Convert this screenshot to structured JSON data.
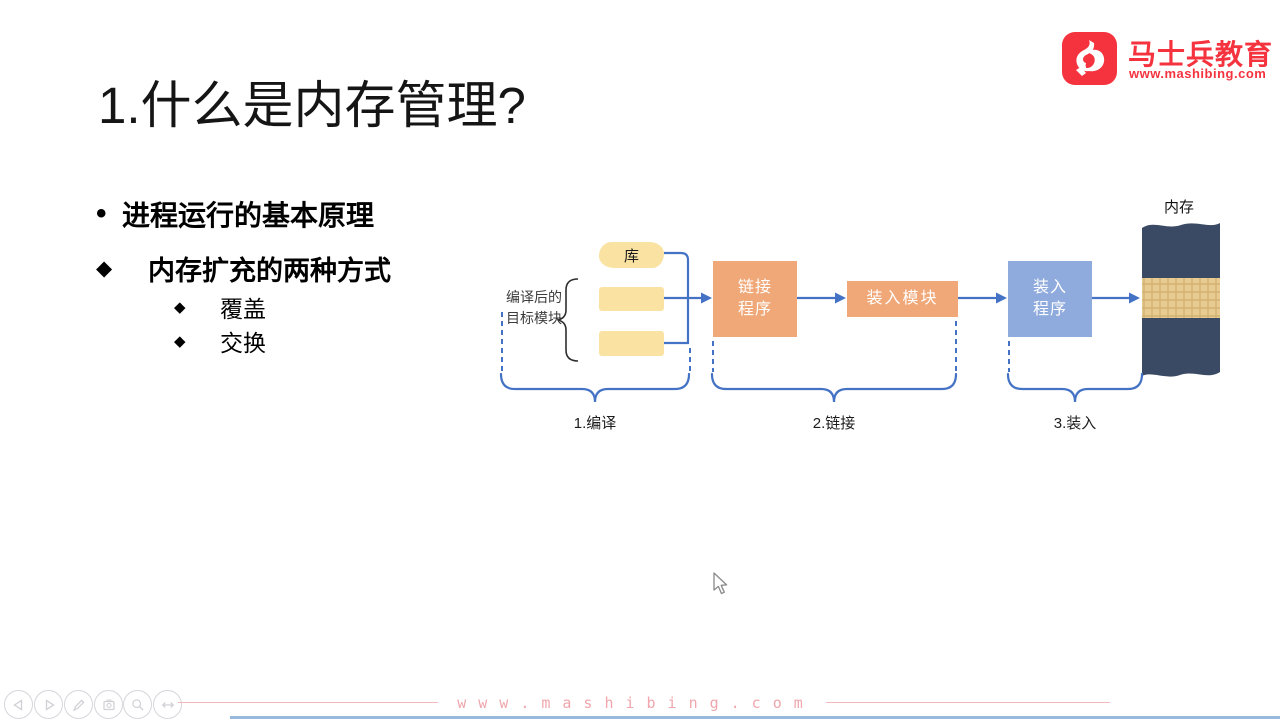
{
  "slide": {
    "title": "1.什么是内存管理?",
    "bullets": [
      {
        "marker": "•",
        "text": "进程运行的基本原理"
      },
      {
        "marker": "◆",
        "text": "内存扩充的两种方式"
      },
      {
        "marker": "◆",
        "text": "覆盖"
      },
      {
        "marker": "◆",
        "text": "交换"
      }
    ]
  },
  "brand": {
    "name": "马士兵教育",
    "url": "www.mashibing.com",
    "color": "#f5333f"
  },
  "diagram": {
    "library_label": "库",
    "modules_caption": "编译后的\n目标模块",
    "linker_label": "链接\n程序",
    "load_module_label": "装入模块",
    "loader_label": "装入\n程序",
    "memory_label": "内存",
    "stages": [
      {
        "label": "1.编译"
      },
      {
        "label": "2.链接"
      },
      {
        "label": "3.装入"
      }
    ],
    "colors": {
      "module_yellow": "#fae3a2",
      "process_orange": "#f0a878",
      "loader_blue": "#8faadc",
      "memory_navy": "#3b4a64",
      "memory_band_yellow": "#e8cb90",
      "connector_blue": "#4472c4"
    }
  },
  "player": {
    "controls": [
      {
        "name": "previous"
      },
      {
        "name": "next"
      },
      {
        "name": "pen"
      },
      {
        "name": "capture"
      },
      {
        "name": "magnifier"
      },
      {
        "name": "more"
      }
    ]
  },
  "watermark": {
    "text": "www.mashibing.com"
  }
}
